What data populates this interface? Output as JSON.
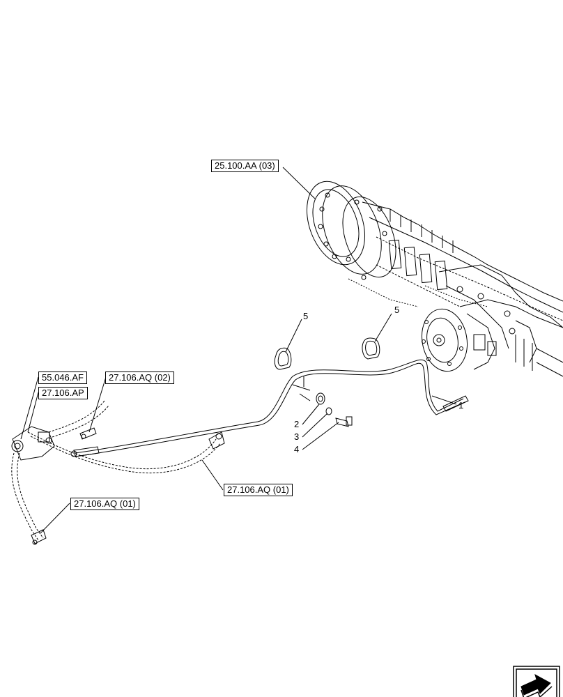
{
  "references": {
    "axle": "25.100.AA (03)",
    "ref_55046af": "55.046.AF",
    "ref_27106ap": "27.106.AP",
    "ref_27106aq_02": "27.106.AQ (02)",
    "ref_27106aq_01_mid": "27.106.AQ (01)",
    "ref_27106aq_01_low": "27.106.AQ (01)"
  },
  "callouts": {
    "c1": "1",
    "c2": "2",
    "c3": "3",
    "c4": "4",
    "c5_left": "5",
    "c5_right": "5"
  },
  "icons": {
    "navigation": "next-page-arrow-icon"
  }
}
